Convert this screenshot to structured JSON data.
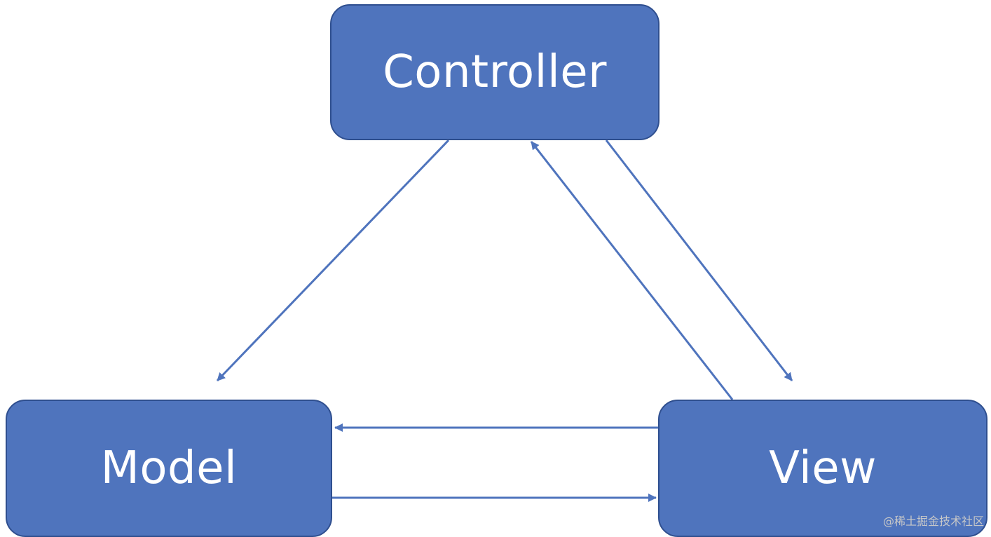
{
  "nodes": {
    "controller": {
      "label": "Controller"
    },
    "model": {
      "label": "Model"
    },
    "view": {
      "label": "View"
    }
  },
  "colors": {
    "node_fill": "#4f74bd",
    "node_border": "#2f4f8f",
    "arrow": "#4f74bd",
    "text": "#ffffff",
    "background": "#ffffff"
  },
  "edges": [
    {
      "from": "controller",
      "to": "model"
    },
    {
      "from": "view",
      "to": "controller"
    },
    {
      "from": "controller",
      "to": "view"
    },
    {
      "from": "view",
      "to": "model"
    },
    {
      "from": "model",
      "to": "view"
    }
  ],
  "watermark": "@稀土掘金技术社区"
}
